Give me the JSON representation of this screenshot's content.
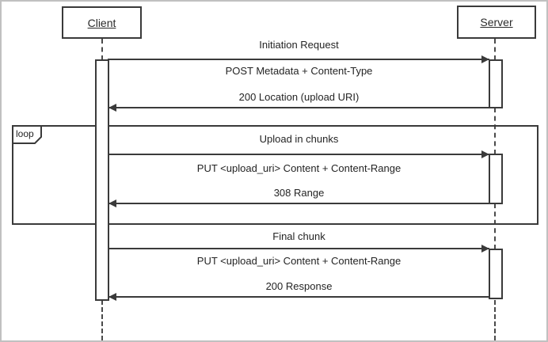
{
  "diagram": {
    "actors": [
      {
        "label": "Client"
      },
      {
        "label": "Server"
      }
    ],
    "loop": {
      "operator": "loop"
    },
    "exchanges": [
      {
        "title": "Initiation Request",
        "request": "POST Metadata + Content-Type",
        "response": "200 Location (upload URI)"
      },
      {
        "title": "Upload in chunks",
        "request": "PUT <upload_uri> Content + Content-Range",
        "response": "308 Range"
      },
      {
        "title": "Final chunk",
        "request": "PUT <upload_uri> Content + Content-Range",
        "response": "200 Response"
      }
    ],
    "colors": {
      "line": "#3a3a3a",
      "background": "#ffffff",
      "page_border": "#c0c0c0"
    }
  }
}
